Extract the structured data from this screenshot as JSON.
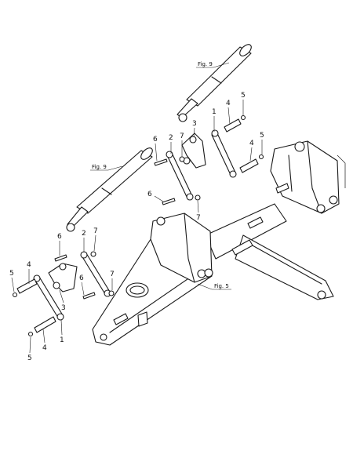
{
  "diagram": {
    "fig_refs": [
      "Fig. 9",
      "Fig. 9",
      "Fig. 5"
    ],
    "callouts": {
      "upper": [
        "6",
        "2",
        "7",
        "3",
        "1",
        "4",
        "5",
        "4",
        "5",
        "6",
        "7"
      ],
      "lower": [
        "6",
        "7",
        "2",
        "5",
        "4",
        "6",
        "7",
        "3",
        "1",
        "4",
        "5"
      ]
    }
  }
}
